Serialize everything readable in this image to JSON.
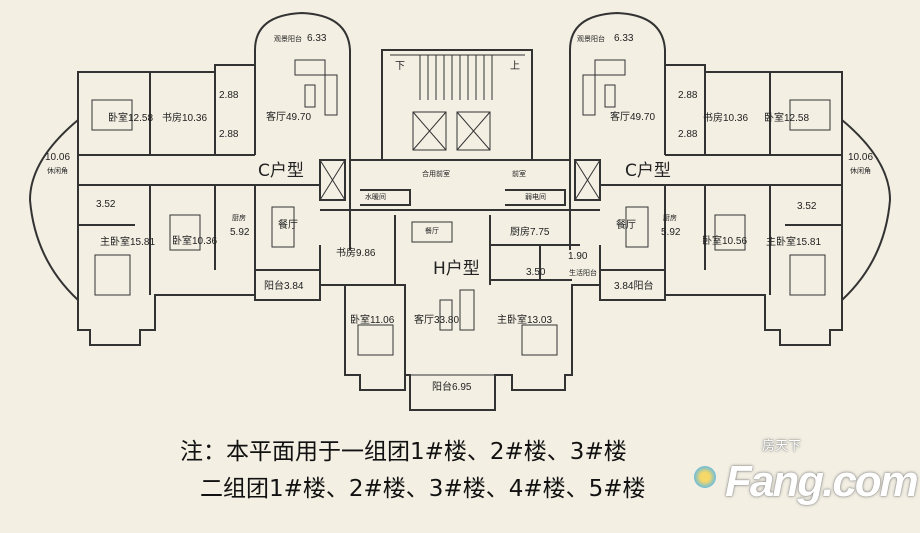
{
  "plan": {
    "left_unit": {
      "type_label": "C户型",
      "view_balcony": "观景阳台",
      "view_balcony_area": "6.33",
      "bedroom": "卧室12.58",
      "study": "书房10.36",
      "bath1": "2.88",
      "bath2": "2.88",
      "living": "客厅49.70",
      "leisure_area": "10.06",
      "leisure_label": "休闲角",
      "master_bath": "3.52",
      "master_bedroom": "主卧室15.81",
      "bedroom2": "卧室10.36",
      "kitchen_label": "厨房",
      "kitchen_area": "5.92",
      "dining": "餐厅",
      "balcony": "阳台3.84"
    },
    "right_unit": {
      "type_label": "C户型",
      "view_balcony": "观景阳台",
      "view_balcony_area": "6.33",
      "bedroom": "卧室12.58",
      "study": "书房10.36",
      "bath1": "2.88",
      "bath2": "2.88",
      "living": "客厅49.70",
      "leisure_area": "10.06",
      "leisure_label": "休闲角",
      "master_bath": "3.52",
      "master_bedroom": "主卧室15.81",
      "bedroom2": "卧室10.56",
      "kitchen_label": "厨房",
      "kitchen_area": "5.92",
      "dining": "餐厅",
      "balcony": "3.84阳台"
    },
    "core": {
      "stair_down": "下",
      "stair_up": "上",
      "shared_lobby": "合用前室",
      "plumbing_room": "水暖间",
      "lobby": "前室",
      "electrical_room": "弱电间"
    },
    "center_unit": {
      "type_label": "H户型",
      "dining": "餐厅",
      "study": "书房9.86",
      "bedroom": "卧室11.06",
      "living": "客厅33.80",
      "master_bedroom": "主卧室13.03",
      "balcony": "阳台6.95",
      "kitchen": "厨房7.75",
      "bath": "3.50",
      "service_balcony_area": "1.90",
      "service_balcony": "生活阳台"
    }
  },
  "note": {
    "line1": "注：本平面用于一组团1#楼、2#楼、3#楼",
    "line2": "二组团1#楼、2#楼、3#楼、4#楼、5#楼"
  },
  "watermark": {
    "cn": "房天下",
    "en": "Fang.com"
  }
}
